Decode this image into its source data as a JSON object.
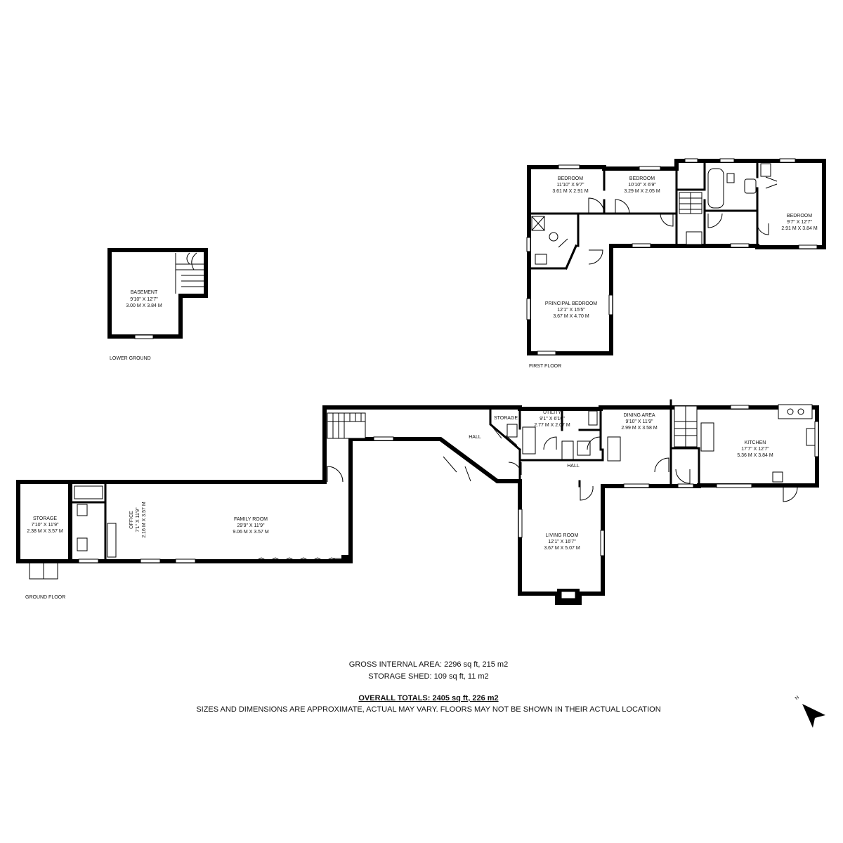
{
  "rooms": {
    "basement": {
      "name": "BASEMENT",
      "imperial": "9'10\" X 12'7\"",
      "metric": "3.00 M X 3.84 M"
    },
    "bedroom1": {
      "name": "BEDROOM",
      "imperial": "11'10\" X 9'7\"",
      "metric": "3.61 M X 2.91 M"
    },
    "bedroom2": {
      "name": "BEDROOM",
      "imperial": "10'10\" X 6'9\"",
      "metric": "3.29 M X 2.05 M"
    },
    "bedroom3": {
      "name": "BEDROOM",
      "imperial": "9'7\" X 12'7\"",
      "metric": "2.91 M X 3.84 M"
    },
    "principal_bedroom": {
      "name": "PRINCIPAL BEDROOM",
      "imperial": "12'1\" X 15'5\"",
      "metric": "3.67 M X 4.70 M"
    },
    "storage_shed": {
      "name": "STORAGE",
      "imperial": "7'10\" X 11'9\"",
      "metric": "2.38 M X 3.57 M"
    },
    "office": {
      "name": "OFFICE",
      "imperial": "7'1\" X 11'9\"",
      "metric": "2.16 M X 3.57 M"
    },
    "family_room": {
      "name": "FAMILY ROOM",
      "imperial": "29'9\" X 11'9\"",
      "metric": "9.06 M X 3.57 M"
    },
    "storage_small": {
      "name": "STORAGE"
    },
    "hall_upper": {
      "name": "HALL"
    },
    "utility": {
      "name": "UTILITY",
      "imperial": "9'1\" X 6'10\"",
      "metric": "2.77 M X 2.07 M"
    },
    "dining": {
      "name": "DINING AREA",
      "imperial": "9'10\" X 11'9\"",
      "metric": "2.99 M X 3.58 M"
    },
    "kitchen": {
      "name": "KITCHEN",
      "imperial": "17'7\" X 12'7\"",
      "metric": "5.36 M X 3.84 M"
    },
    "hall_lower": {
      "name": "HALL"
    },
    "living": {
      "name": "LIVING ROOM",
      "imperial": "12'1\" X 16'7\"",
      "metric": "3.67 M X 5.07 M"
    }
  },
  "floors": {
    "lower_ground": "LOWER GROUND",
    "first_floor": "FIRST FLOOR",
    "ground_floor": "GROUND FLOOR"
  },
  "summary": {
    "gross": "GROSS INTERNAL AREA: 2296 sq ft, 215 m2",
    "shed": "STORAGE SHED: 109 sq ft, 11 m2",
    "overall": "OVERALL TOTALS: 2405 sq ft, 226 m2",
    "disclaimer": "SIZES AND DIMENSIONS ARE APPROXIMATE, ACTUAL MAY VARY.  FLOORS MAY NOT BE SHOWN IN THEIR ACTUAL LOCATION"
  },
  "compass": {
    "letter": "N"
  }
}
